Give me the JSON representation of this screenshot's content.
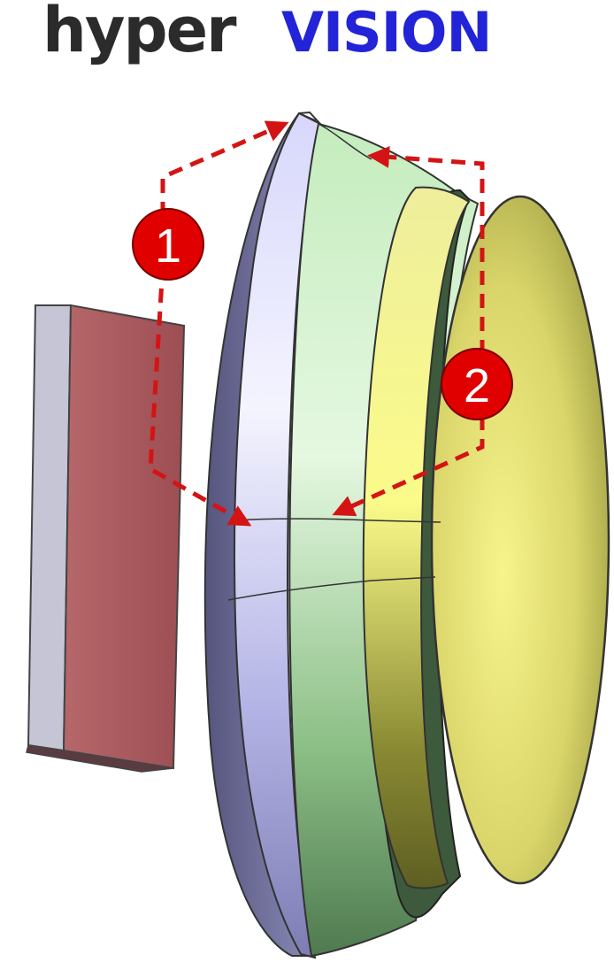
{
  "logo": {
    "part1": "hyper",
    "part2": "VISION",
    "color_part1": "#2b2b2b",
    "color_part2": "#2323d8"
  },
  "callouts": [
    {
      "label": "1",
      "color": "#e00000"
    },
    {
      "label": "2",
      "color": "#e00000"
    }
  ],
  "colors": {
    "block_face": "#a85a5e",
    "block_side": "#c9c9d8",
    "lavender_lens": "#c8c8f0",
    "green_ring": "#c9eac4",
    "yellow_lens": "#f2ef84",
    "arrow_dash": "#d41414"
  }
}
